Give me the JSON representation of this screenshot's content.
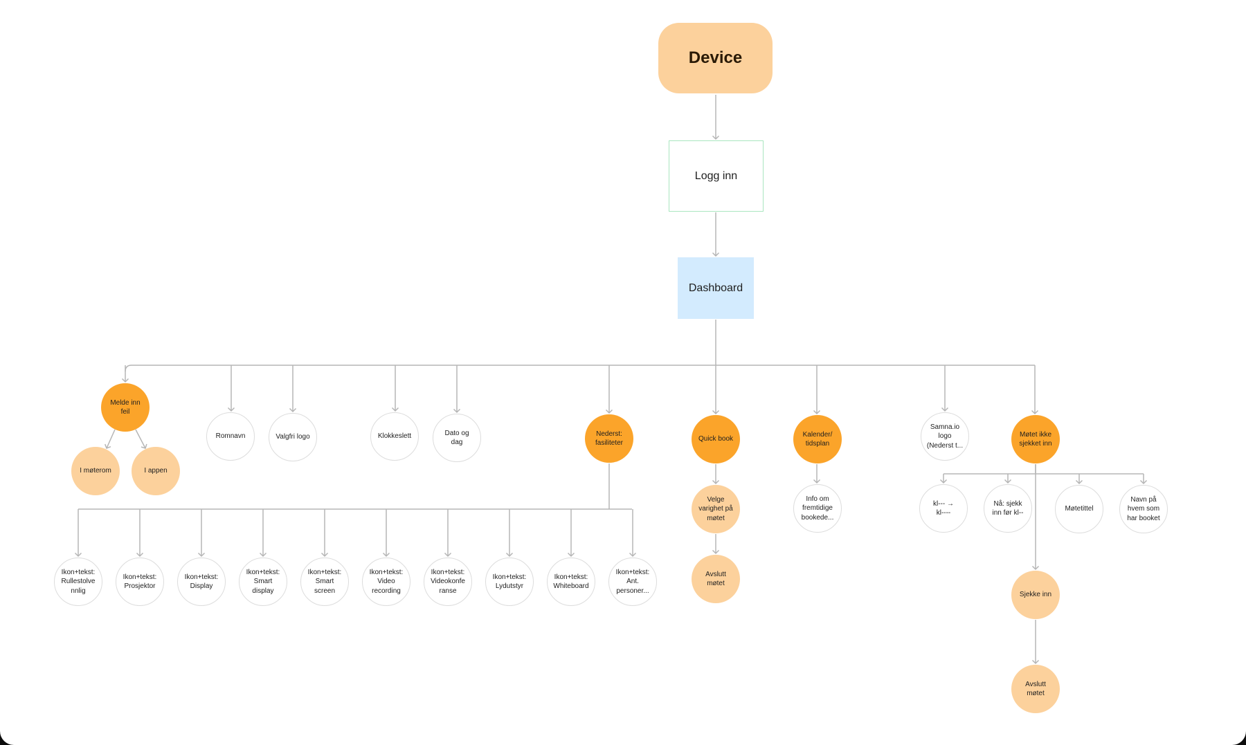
{
  "colors": {
    "device": "#fcd19c",
    "primary_node": "#fba42a",
    "secondary_node": "#fcd19c",
    "leaf_border": "#dcdcdc",
    "login_border": "#a9e6bf",
    "dashboard": "#d3ebfe",
    "connector": "#b5b5b5"
  },
  "nodes": {
    "device": "Device",
    "logg_inn": "Logg inn",
    "dashboard": "Dashboard",
    "melde_inn_feil": "Melde inn\nfeil",
    "i_moterom": "I møterom",
    "i_appen": "I appen",
    "romnavn": "Romnavn",
    "valgfri_logo": "Valgfri logo",
    "klokkeslett": "Klokkeslett",
    "dato_og_dag": "Dato og\ndag",
    "nederst_fasiliteter": "Nederst:\nfasiliteter",
    "quick_book": "Quick book",
    "kalender": "Kalender/\ntidsplan",
    "samna_logo": "Samna.io\nlogo\n(Nederst t...",
    "motet_ikke": "Møtet ikke\nsjekket inn",
    "rullestol": "Ikon+tekst:\nRullestolve\nnnlig",
    "prosjektor": "Ikon+tekst:\nProsjektor",
    "display": "Ikon+tekst:\nDisplay",
    "smart_display": "Ikon+tekst:\nSmart\ndisplay",
    "smart_screen": "Ikon+tekst:\nSmart\nscreen",
    "video_recording": "Ikon+tekst:\nVideo\nrecording",
    "videokonferanse": "Ikon+tekst:\nVideokonfe\nranse",
    "lydutstyr": "Ikon+tekst:\nLydutstyr",
    "whiteboard": "Ikon+tekst:\nWhiteboard",
    "ant_personer": "Ikon+tekst:\nAnt.\npersoner...",
    "velge_varighet": "Velge\nvarighet på\nmøtet",
    "avslutt_qb": "Avslutt\nmøtet",
    "info_fremtidige": "Info om\nfremtidige\nbookede...",
    "kl_range": "kl--- →\nkl----",
    "na_sjekk": "Nå: sjekk\ninn før kl--",
    "motetittel": "Møtetittel",
    "navn_booket": "Navn på\nhvem som\nhar booket",
    "sjekke_inn": "Sjekke inn",
    "avslutt_motet": "Avslutt\nmøtet"
  },
  "edges": [
    [
      "device",
      "logg_inn"
    ],
    [
      "logg_inn",
      "dashboard"
    ],
    [
      "dashboard",
      "melde_inn_feil"
    ],
    [
      "dashboard",
      "romnavn"
    ],
    [
      "dashboard",
      "valgfri_logo"
    ],
    [
      "dashboard",
      "klokkeslett"
    ],
    [
      "dashboard",
      "dato_og_dag"
    ],
    [
      "dashboard",
      "nederst_fasiliteter"
    ],
    [
      "dashboard",
      "quick_book"
    ],
    [
      "dashboard",
      "kalender"
    ],
    [
      "dashboard",
      "samna_logo"
    ],
    [
      "dashboard",
      "motet_ikke"
    ],
    [
      "melde_inn_feil",
      "i_moterom"
    ],
    [
      "melde_inn_feil",
      "i_appen"
    ],
    [
      "nederst_fasiliteter",
      "rullestol"
    ],
    [
      "nederst_fasiliteter",
      "prosjektor"
    ],
    [
      "nederst_fasiliteter",
      "display"
    ],
    [
      "nederst_fasiliteter",
      "smart_display"
    ],
    [
      "nederst_fasiliteter",
      "smart_screen"
    ],
    [
      "nederst_fasiliteter",
      "video_recording"
    ],
    [
      "nederst_fasiliteter",
      "videokonferanse"
    ],
    [
      "nederst_fasiliteter",
      "lydutstyr"
    ],
    [
      "nederst_fasiliteter",
      "whiteboard"
    ],
    [
      "nederst_fasiliteter",
      "ant_personer"
    ],
    [
      "quick_book",
      "velge_varighet"
    ],
    [
      "velge_varighet",
      "avslutt_qb"
    ],
    [
      "kalender",
      "info_fremtidige"
    ],
    [
      "motet_ikke",
      "kl_range"
    ],
    [
      "motet_ikke",
      "na_sjekk"
    ],
    [
      "motet_ikke",
      "motetittel"
    ],
    [
      "motet_ikke",
      "navn_booket"
    ],
    [
      "motet_ikke",
      "sjekke_inn"
    ],
    [
      "sjekke_inn",
      "avslutt_motet"
    ]
  ]
}
